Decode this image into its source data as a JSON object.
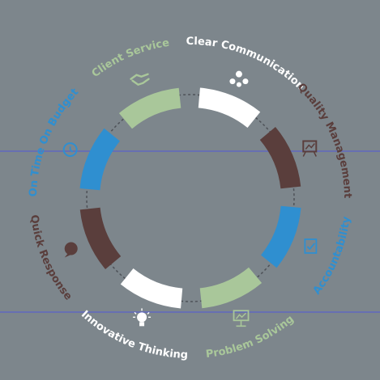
{
  "colors": {
    "background": "#7d868c",
    "ring": "#4e5258",
    "white": "#ffffff",
    "green": "#a9c79a",
    "blue": "#2f8fd0",
    "brown": "#5a3e3c",
    "line": "#5b63c8"
  },
  "segments": [
    {
      "id": "clear-communication",
      "label": "Clear Communication",
      "color_key": "white",
      "label_color_key": "white",
      "icon": "people-network-icon"
    },
    {
      "id": "quality-management",
      "label": "Quality Management",
      "color_key": "brown",
      "label_color_key": "brown",
      "icon": "easel-chart-icon"
    },
    {
      "id": "accountability",
      "label": "Accountability",
      "color_key": "blue",
      "label_color_key": "blue",
      "icon": "document-check-icon"
    },
    {
      "id": "problem-solving",
      "label": "Problem Solving",
      "color_key": "green",
      "label_color_key": "green",
      "icon": "presentation-board-icon"
    },
    {
      "id": "innovative-thinking",
      "label": "Innovative Thinking",
      "color_key": "white",
      "label_color_key": "white",
      "icon": "lightbulb-icon"
    },
    {
      "id": "quick-response",
      "label": "Quick Response",
      "color_key": "brown",
      "label_color_key": "brown",
      "icon": "chat-bubble-icon"
    },
    {
      "id": "on-time-on-budget",
      "label": "On Time On Budget",
      "color_key": "blue",
      "label_color_key": "blue",
      "icon": "clock-dollar-icon"
    },
    {
      "id": "client-service",
      "label": "Client Service",
      "color_key": "green",
      "label_color_key": "green",
      "icon": "handshake-icon"
    }
  ]
}
